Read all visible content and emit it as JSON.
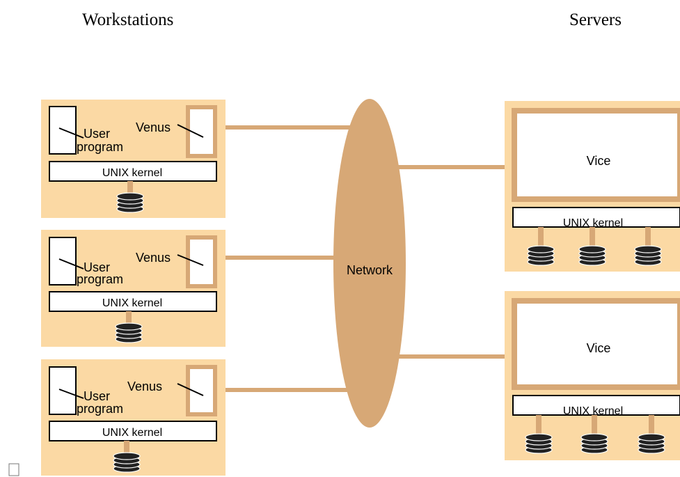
{
  "headings": {
    "workstations": "Workstations",
    "servers": "Servers"
  },
  "network": {
    "label": "Network"
  },
  "workstations": [
    {
      "user_line1": "User",
      "user_line2": "program",
      "venus": "Venus",
      "kernel": "UNIX kernel"
    },
    {
      "user_line1": "User",
      "user_line2": "program",
      "venus": "Venus",
      "kernel": "UNIX kernel"
    },
    {
      "user_line1": "User",
      "user_line2": "program",
      "venus": "Venus",
      "kernel": "UNIX kernel"
    }
  ],
  "servers": [
    {
      "vice": "Vice",
      "kernel": "UNIX kernel"
    },
    {
      "vice": "Vice",
      "kernel": "UNIX kernel"
    }
  ],
  "colors": {
    "panel_fill": "#fbd9a4",
    "tan": "#d7a876",
    "disk": "#222222"
  }
}
